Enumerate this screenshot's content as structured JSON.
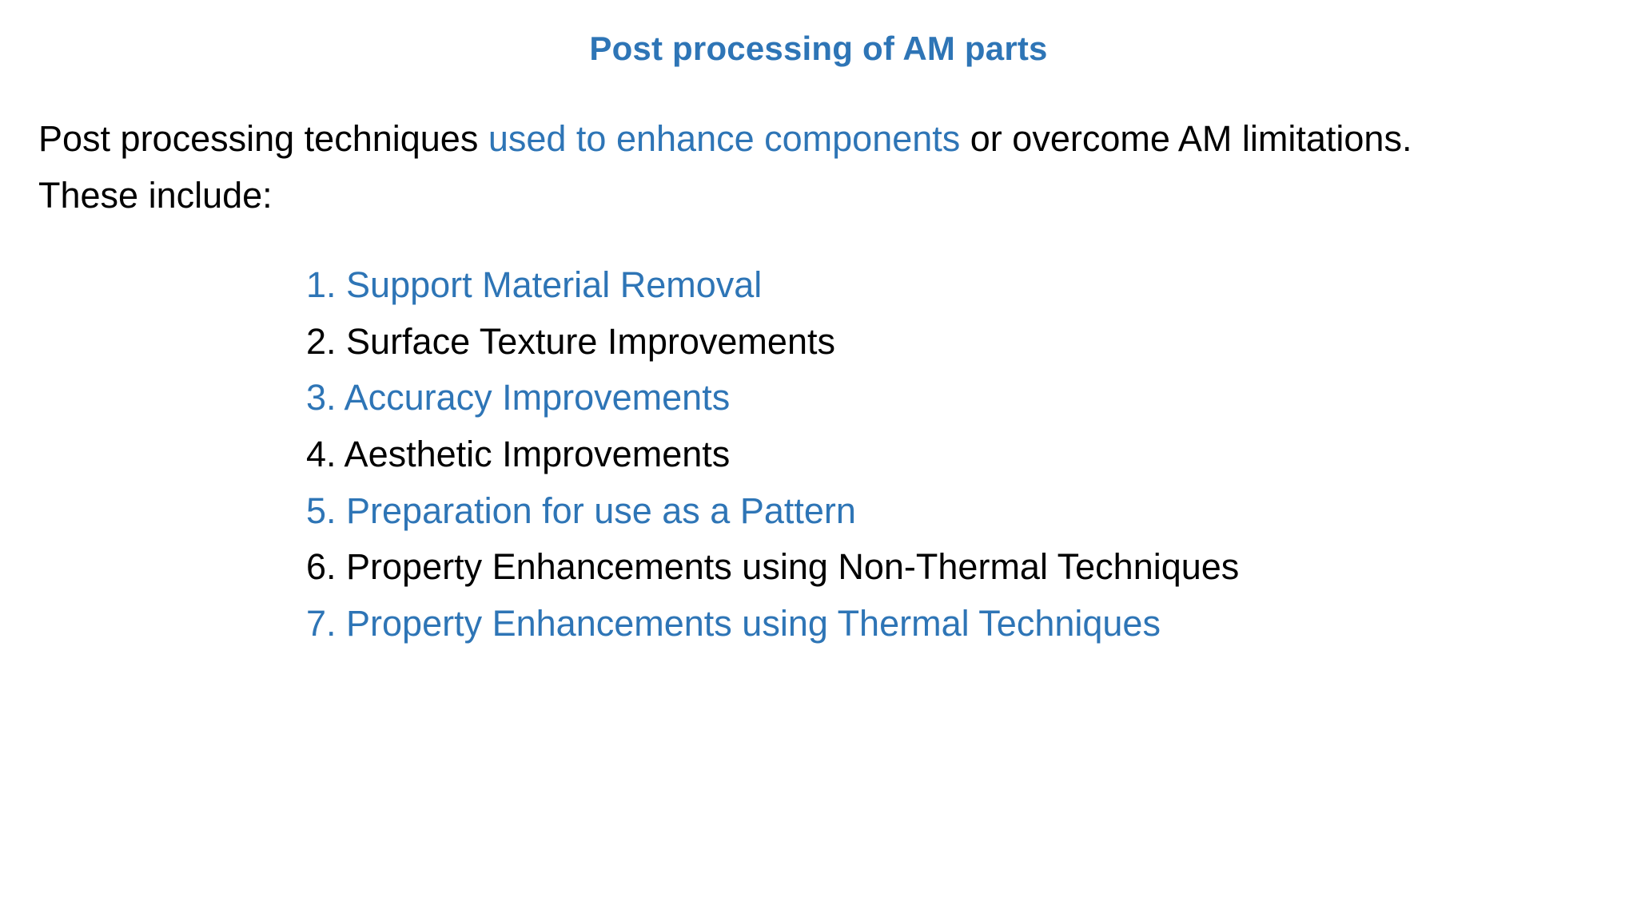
{
  "slide": {
    "title": "Post processing of AM parts",
    "title_color": "#2e75b6",
    "background_color": "#ffffff",
    "body": {
      "line1_part1": "Post processing techniques ",
      "line1_accent": "used to enhance components",
      "line1_part2": " or overcome AM limitations.",
      "line2": "These include:"
    },
    "list": {
      "items": [
        {
          "number": "1.",
          "label": "Support Material Removal",
          "text": "1. Support Material Removal",
          "color": "blue"
        },
        {
          "number": "2.",
          "label": "Surface Texture Improvements",
          "text": "2. Surface Texture Improvements",
          "color": "black"
        },
        {
          "number": "3.",
          "label": "Accuracy Improvements",
          "text": "3. Accuracy Improvements",
          "color": "blue"
        },
        {
          "number": "4.",
          "label": "Aesthetic Improvements",
          "text": "4. Aesthetic Improvements",
          "color": "black"
        },
        {
          "number": "5.",
          "label": "Preparation for use as a Pattern",
          "text": "5. Preparation for use as a Pattern",
          "color": "blue"
        },
        {
          "number": "6.",
          "label": "Property Enhancements using Non-Thermal Techniques",
          "text": "6. Property Enhancements using Non-Thermal Techniques",
          "color": "black"
        },
        {
          "number": "7.",
          "label": "Property Enhancements using Thermal Techniques",
          "text": "7. Property Enhancements using Thermal Techniques",
          "color": "blue"
        }
      ]
    },
    "colors": {
      "accent_blue": "#2e75b6",
      "text_black": "#000000",
      "background": "#ffffff"
    }
  }
}
